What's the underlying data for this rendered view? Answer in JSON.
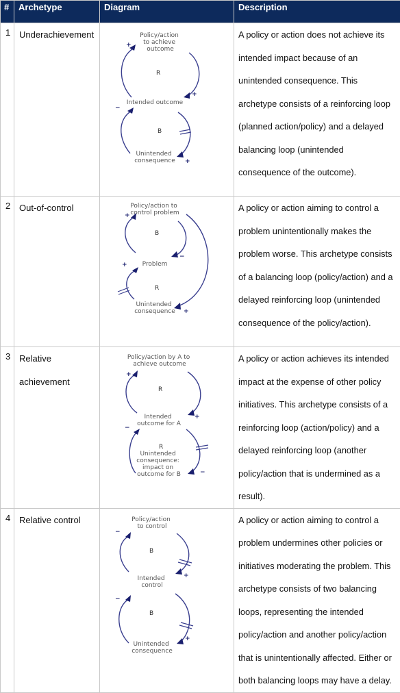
{
  "header": {
    "num": "#",
    "archetype": "Archetype",
    "diagram": "Diagram",
    "description": "Description"
  },
  "rows": [
    {
      "num": "1",
      "archetype": "Underachievement",
      "diagram": {
        "top_label": [
          "Policy/action",
          "to achieve",
          "outcome"
        ],
        "mid_label": [
          "Intended outcome"
        ],
        "bottom_label": [
          "Unintended",
          "consequence"
        ],
        "loop1": "R",
        "loop2": "B",
        "signs": [
          "+",
          "+",
          "−",
          "+"
        ]
      },
      "description": "A policy or action does not achieve its intended impact because of an unintended consequence. This archetype consists of a reinforcing loop (planned action/policy) and a delayed balancing loop (unintended consequence of the outcome)."
    },
    {
      "num": "2",
      "archetype": "Out-of-control",
      "diagram": {
        "top_label": [
          "Policy/action to",
          "control problem"
        ],
        "mid_label": [
          "Problem"
        ],
        "bottom_label": [
          "Unintended",
          "consequence"
        ],
        "loop1": "B",
        "loop2": "R",
        "signs": [
          "+",
          "−",
          "+",
          "+"
        ]
      },
      "description": "A policy or action aiming to control a problem unintentionally makes the problem worse. This archetype consists of a balancing loop (policy/action) and a delayed reinforcing loop (unintended consequence of the policy/action)."
    },
    {
      "num": "3",
      "archetype": "Relative achievement",
      "diagram": {
        "top_label": [
          "Policy/action by A to",
          "achieve outcome"
        ],
        "mid_label": [
          "Intended",
          "outcome for A"
        ],
        "bottom_label": [
          "Unintended",
          "consequence:",
          "impact on",
          "outcome for B"
        ],
        "loop1": "R",
        "loop2": "R",
        "signs": [
          "+",
          "+",
          "−",
          "−"
        ]
      },
      "description": "A policy or action achieves its intended impact at the expense of other policy initiatives. This archetype consists of a reinforcing loop (action/policy) and a delayed reinforcing loop (another policy/action that is undermined as a result)."
    },
    {
      "num": "4",
      "archetype": "Relative control",
      "diagram": {
        "top_label": [
          "Policy/action",
          "to control"
        ],
        "mid_label": [
          "Intended",
          "control"
        ],
        "bottom_label": [
          "Unintended",
          "consequence"
        ],
        "loop1": "B",
        "loop2": "B",
        "signs": [
          "−",
          "+",
          "−",
          "+"
        ]
      },
      "description": "A policy or action aiming to control a problem undermines other policies or initiatives moderating the problem. This archetype consists of two balancing loops, representing the intended policy/action and another policy/action that is unintentionally affected. Either or both balancing loops may have a delay."
    }
  ]
}
